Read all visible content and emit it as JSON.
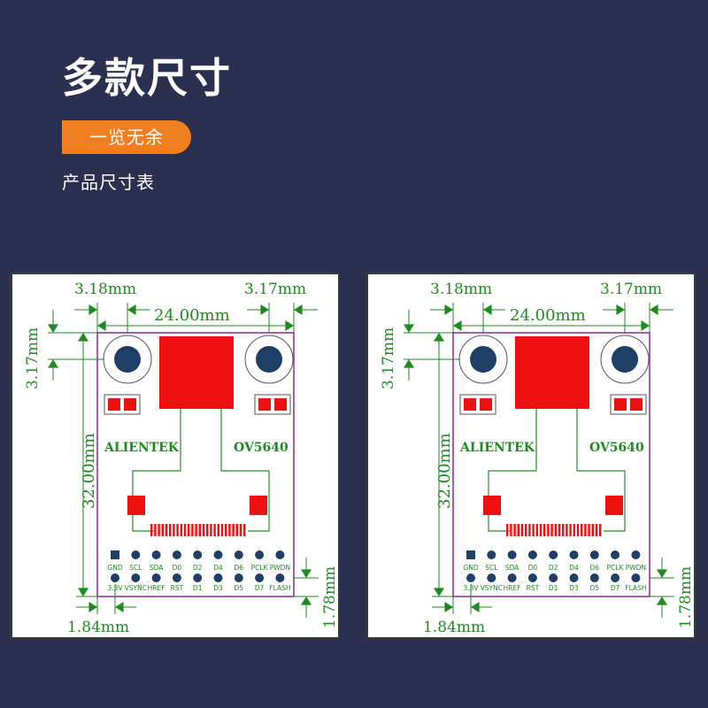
{
  "header": {
    "title": "多款尺寸",
    "badge": "一览无余",
    "subtitle": "产品尺寸表"
  },
  "colors": {
    "dimension": "#1f8a1f",
    "pad": "#ee1111",
    "outline": "#8a2a8a",
    "hole": "#1f3f66",
    "trace": "#2a8a2a"
  },
  "drawings": [
    {
      "dims": {
        "left_offset": "3.18mm",
        "right_offset": "3.17mm",
        "width": "24.00mm",
        "top_offset": "3.17mm",
        "height": "32.00mm",
        "bottom_offset": "1.78mm",
        "left_margin": "1.84mm"
      },
      "labels": {
        "brand": "ALIENTEK",
        "model": "OV5640"
      },
      "pins_top": [
        "GND",
        "SCL",
        "SDA",
        "D0",
        "D2",
        "D4",
        "D6",
        "PCLK",
        "PWDN"
      ],
      "pins_bottom": [
        "3.3V",
        "VSYNC",
        "HREF",
        "RST",
        "D1",
        "D3",
        "D5",
        "D7",
        "FLASH"
      ]
    },
    {
      "dims": {
        "left_offset": "3.18mm",
        "right_offset": "3.17mm",
        "width": "24.00mm",
        "top_offset": "3.17mm",
        "height": "32.00mm",
        "bottom_offset": "1.78mm",
        "left_margin": "1.84mm"
      },
      "labels": {
        "brand": "ALIENTEK",
        "model": "OV5640"
      },
      "pins_top": [
        "GND",
        "SCL",
        "SDA",
        "D0",
        "D2",
        "D4",
        "D6",
        "PCLK",
        "PWDN"
      ],
      "pins_bottom": [
        "3.3V",
        "VSYNC",
        "HREF",
        "RST",
        "D1",
        "D3",
        "D5",
        "D7",
        "FLASH"
      ]
    }
  ]
}
